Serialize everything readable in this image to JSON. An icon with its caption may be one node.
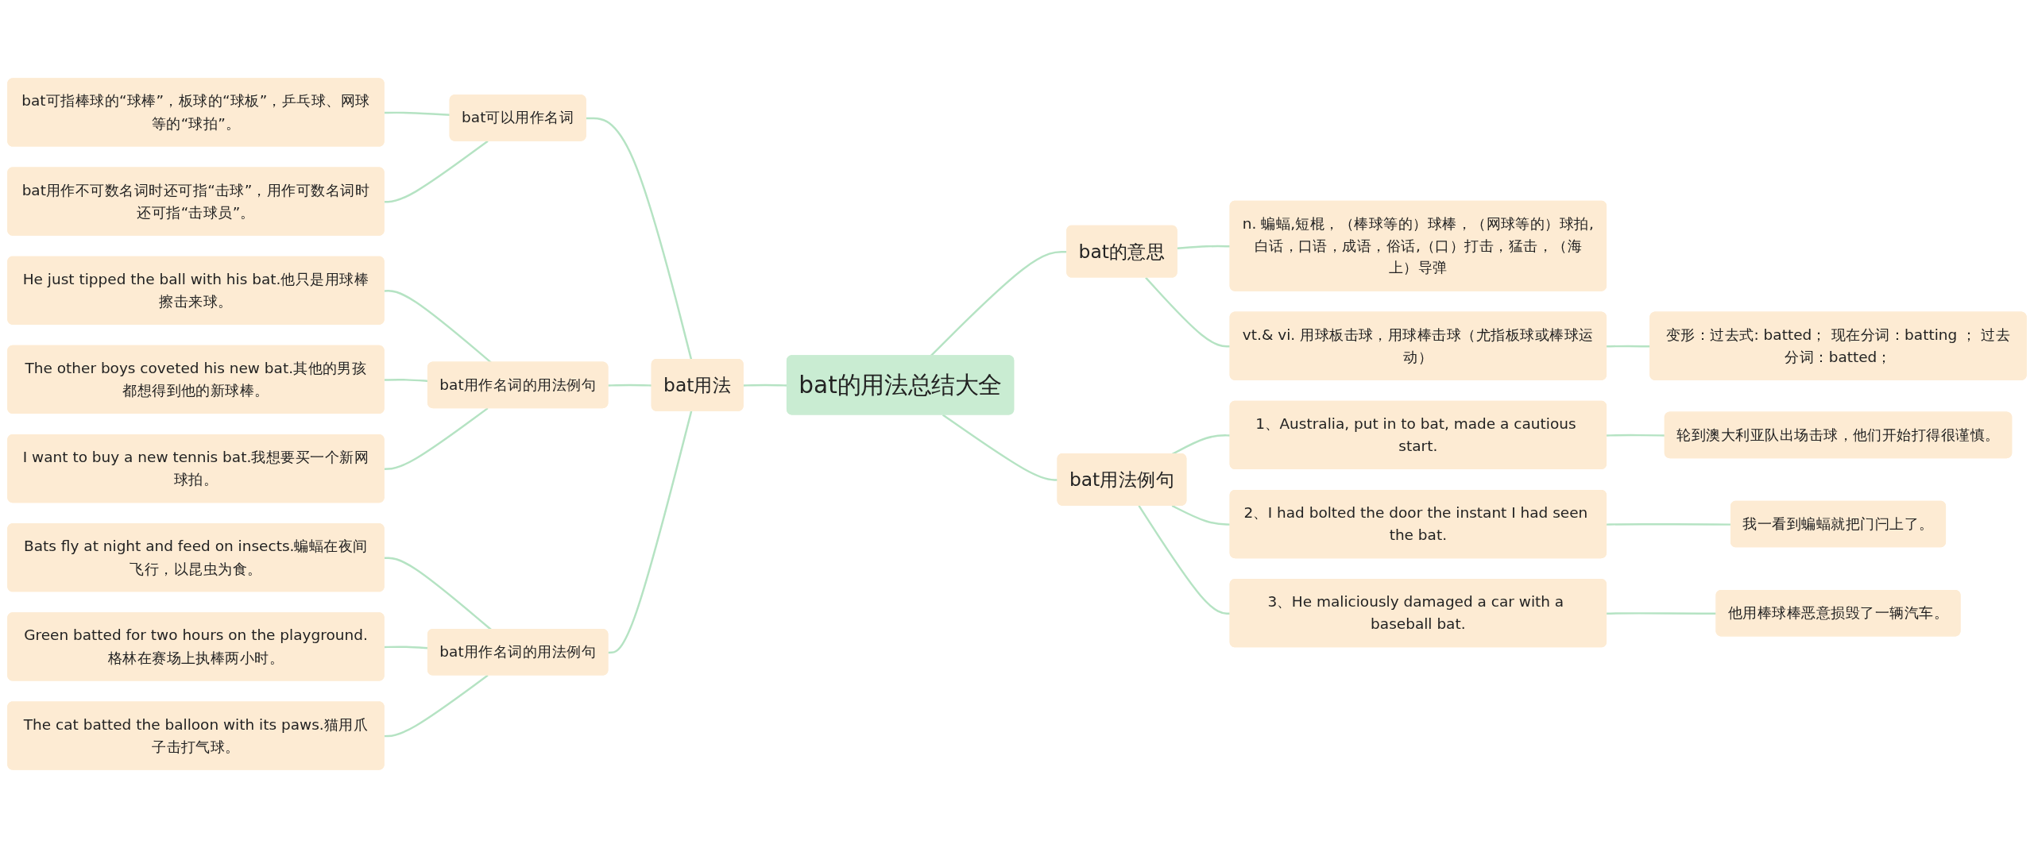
{
  "diagram": {
    "nodes": [
      {
        "text": [
          "bat的用法总结大全"
        ]
      },
      {
        "text": [
          "bat用法"
        ]
      },
      {
        "text": [
          "bat可以用作名词"
        ]
      },
      {
        "text": [
          "bat可指棒球的“球棒”，板球的“球板”，乒乓球、网球等的“球拍”。"
        ]
      },
      {
        "text": [
          "bat用作不可数名词时还可指“击球”，用作可数名词时还可指“击球员”。"
        ]
      },
      {
        "text": [
          "bat用作名词的用法例句"
        ]
      },
      {
        "text": [
          "He just tipped the ball with his bat.他只是用球棒擦击来球。"
        ]
      },
      {
        "text": [
          "The other boys coveted his new bat.其他的男孩都想得到他的新球棒。"
        ]
      },
      {
        "text": [
          "I want to buy a new tennis bat.我想要买一个新网球拍。"
        ]
      },
      {
        "text": [
          "bat用作名词的用法例句"
        ]
      },
      {
        "text": [
          "Bats fly at night and feed on insects.蝙蝠在夜间飞行，以昆虫为食。"
        ]
      },
      {
        "text": [
          "Green batted for two hours on the playground.格林在赛场上执棒两小时。"
        ]
      },
      {
        "text": [
          "The cat batted the balloon with its paws.猫用爪子击打气球。"
        ]
      },
      {
        "text": [
          "bat的意思"
        ]
      },
      {
        "text": [
          "n. 蝙蝠,短棍，（棒球等的）球棒，（网球等的）球拍,白话，口语，成语，俗话,（口）打击，猛击，（海上）导弹"
        ]
      },
      {
        "text": [
          "vt.& vi. 用球板击球，用球棒击球（尤指板球或棒球运动）"
        ]
      },
      {
        "text": [
          "变形：过去式: batted； 现在分词：batting ； 过去分词：batted；"
        ]
      },
      {
        "text": [
          "bat用法例句"
        ]
      },
      {
        "text": [
          "1、Australia, put in to bat, made a cautious start."
        ]
      },
      {
        "text": [
          "轮到澳大利亚队出场击球，他们开始打得很谨慎。"
        ]
      },
      {
        "text": [
          "2、I had bolted the door the instant I had seen the bat."
        ]
      },
      {
        "text": [
          "我一看到蝙蝠就把门闩上了。"
        ]
      },
      {
        "text": [
          "3、He maliciously damaged a car with a baseball bat."
        ]
      },
      {
        "text": [
          "他用棒球棒恶意损毁了一辆汽车。"
        ]
      }
    ],
    "edges": [
      {
        "from": 0,
        "to": 1,
        "arrow": "none"
      },
      {
        "from": 1,
        "to": 2,
        "arrow": "none"
      },
      {
        "from": 2,
        "to": 3,
        "arrow": "none"
      },
      {
        "from": 2,
        "to": 4,
        "arrow": "none"
      },
      {
        "from": 1,
        "to": 5,
        "arrow": "none"
      },
      {
        "from": 5,
        "to": 6,
        "arrow": "none"
      },
      {
        "from": 5,
        "to": 7,
        "arrow": "none"
      },
      {
        "from": 5,
        "to": 8,
        "arrow": "none"
      },
      {
        "from": 1,
        "to": 9,
        "arrow": "none"
      },
      {
        "from": 9,
        "to": 10,
        "arrow": "none"
      },
      {
        "from": 9,
        "to": 11,
        "arrow": "none"
      },
      {
        "from": 9,
        "to": 12,
        "arrow": "none"
      },
      {
        "from": 0,
        "to": 13,
        "arrow": "none"
      },
      {
        "from": 13,
        "to": 14,
        "arrow": "none"
      },
      {
        "from": 13,
        "to": 15,
        "arrow": "none"
      },
      {
        "from": 15,
        "to": 16,
        "arrow": "none"
      },
      {
        "from": 0,
        "to": 17,
        "arrow": "none"
      },
      {
        "from": 17,
        "to": 18,
        "arrow": "none"
      },
      {
        "from": 18,
        "to": 19,
        "arrow": "none"
      },
      {
        "from": 17,
        "to": 20,
        "arrow": "none"
      },
      {
        "from": 20,
        "to": 21,
        "arrow": "none"
      },
      {
        "from": 17,
        "to": 22,
        "arrow": "none"
      },
      {
        "from": 22,
        "to": 23,
        "arrow": "none"
      }
    ]
  }
}
